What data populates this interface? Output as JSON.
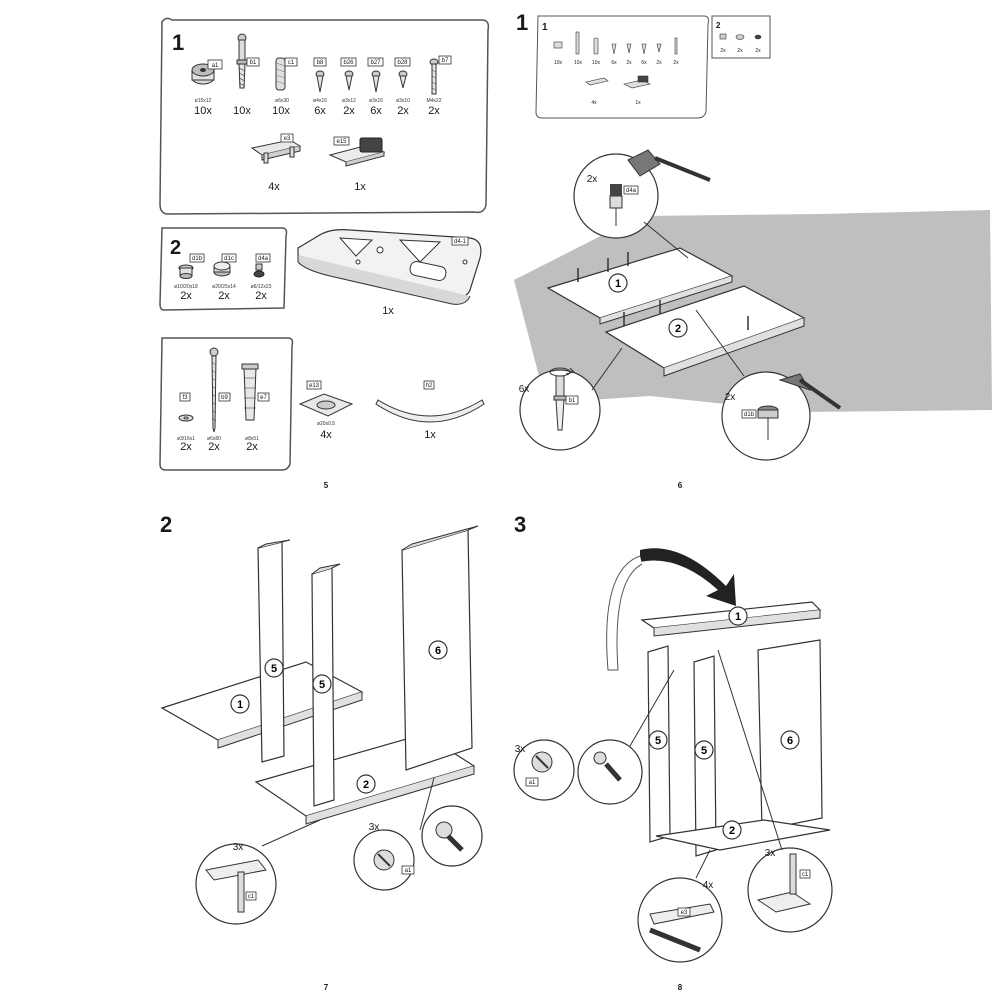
{
  "pages": [
    {
      "page_number": "5",
      "box1": {
        "step": "1",
        "parts": [
          {
            "code": "a1",
            "size": "ø15x12",
            "qty": "10x"
          },
          {
            "code": "b1",
            "size": "",
            "qty": "10x"
          },
          {
            "code": "c1",
            "size": "ø6x30",
            "qty": "10x"
          },
          {
            "code": "b8",
            "size": "ø4x16",
            "qty": "6x"
          },
          {
            "code": "b26",
            "size": "ø3x12",
            "qty": "2x"
          },
          {
            "code": "b27",
            "size": "ø3x16",
            "qty": "6x"
          },
          {
            "code": "b28",
            "size": "ø3x10",
            "qty": "2x"
          },
          {
            "code": "b7",
            "size": "M4x22",
            "qty": "2x"
          }
        ],
        "bottom_parts": [
          {
            "code": "e3",
            "qty": "4x"
          },
          {
            "code": "e15",
            "qty": "1x"
          }
        ]
      },
      "box2": {
        "step": "2",
        "parts": [
          {
            "code": "d1b",
            "size": "ø10/20x18",
            "qty": "2x"
          },
          {
            "code": "d1c",
            "size": "ø20/25x14",
            "qty": "2x"
          },
          {
            "code": "d4a",
            "size": "ø6/12x23",
            "qty": "2x"
          }
        ]
      },
      "bracket": {
        "code": "d4-1",
        "qty": "1x"
      },
      "box3": {
        "parts": [
          {
            "code": "f3",
            "size": "ø3/16x1",
            "qty": "2x"
          },
          {
            "code": "b9",
            "size": "ø6x80",
            "qty": "2x"
          },
          {
            "code": "e7",
            "size": "ø8x51",
            "qty": "2x"
          }
        ]
      },
      "pad": {
        "code": "e13",
        "size": "ø20x0,5",
        "qty": "4x"
      },
      "strap": {
        "code": "h2",
        "qty": "1x"
      }
    },
    {
      "page_number": "6",
      "step": "1",
      "box1": {
        "step": "1",
        "qtys": [
          "10x",
          "10x",
          "10x",
          "6x",
          "2x",
          "6x",
          "2x",
          "2x"
        ],
        "bottom_qtys": [
          "4x",
          "1x"
        ]
      },
      "box2": {
        "step": "2",
        "qtys": [
          "2x",
          "2x",
          "2x"
        ]
      },
      "callouts": [
        {
          "qty": "2x",
          "code": "d4a"
        },
        {
          "qty": "6x",
          "code": "b1"
        },
        {
          "qty": "2x",
          "code": "d1b"
        }
      ],
      "panels": [
        "1",
        "2"
      ]
    },
    {
      "page_number": "7",
      "step": "2",
      "panels": [
        "1",
        "5",
        "5",
        "6",
        "2"
      ],
      "callouts": [
        {
          "qty": "3x",
          "code": "c1"
        },
        {
          "qty": "3x",
          "code": "a1"
        }
      ]
    },
    {
      "page_number": "8",
      "step": "3",
      "panels": [
        "1",
        "5",
        "5",
        "6",
        "2"
      ],
      "callouts": [
        {
          "qty": "3x",
          "code": "a1"
        },
        {
          "qty": "4x",
          "code": "e3"
        },
        {
          "qty": "3x",
          "code": "c1"
        }
      ]
    }
  ]
}
